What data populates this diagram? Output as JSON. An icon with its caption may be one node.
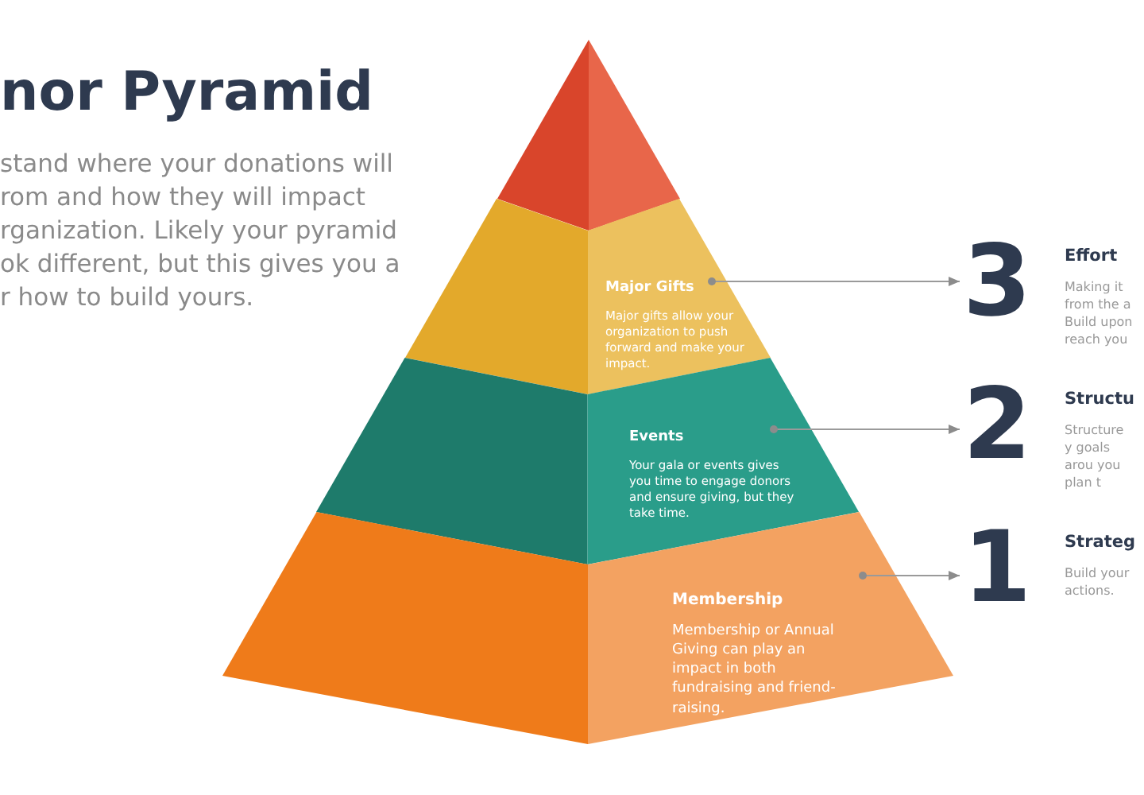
{
  "diagram": {
    "title": "nor Pyramid",
    "nodes": [
      {
        "text": [],
        "shape": "triangle"
      },
      {
        "text": [
          "Major Gifts",
          "Major gifts allow your organization to push forward and make your impact."
        ]
      },
      {
        "text": [
          "Events",
          "Your gala or events gives you time to engage donors and ensure giving, but they take time."
        ]
      },
      {
        "text": [
          "Membership",
          "Membership or Annual Giving can play an impact in both fundraising and friend-raising."
        ]
      },
      {
        "text": [
          "3",
          "Effort",
          "Making it from the a Build upon reach you"
        ]
      },
      {
        "text": [
          "2",
          "Structu",
          "Structure y goals arou you plan t"
        ]
      },
      {
        "text": [
          "1",
          "Strateg",
          "Build your actions."
        ]
      }
    ],
    "edges": [
      {
        "from": 1,
        "to": 4,
        "arrow": "to"
      },
      {
        "from": 2,
        "to": 5,
        "arrow": "to"
      },
      {
        "from": 3,
        "to": 6,
        "arrow": "to"
      }
    ],
    "labels": [
      "stand where your donations will rom and how they will impact rganization. Likely your pyramid ok different, but this gives you a r how to build yours."
    ]
  }
}
